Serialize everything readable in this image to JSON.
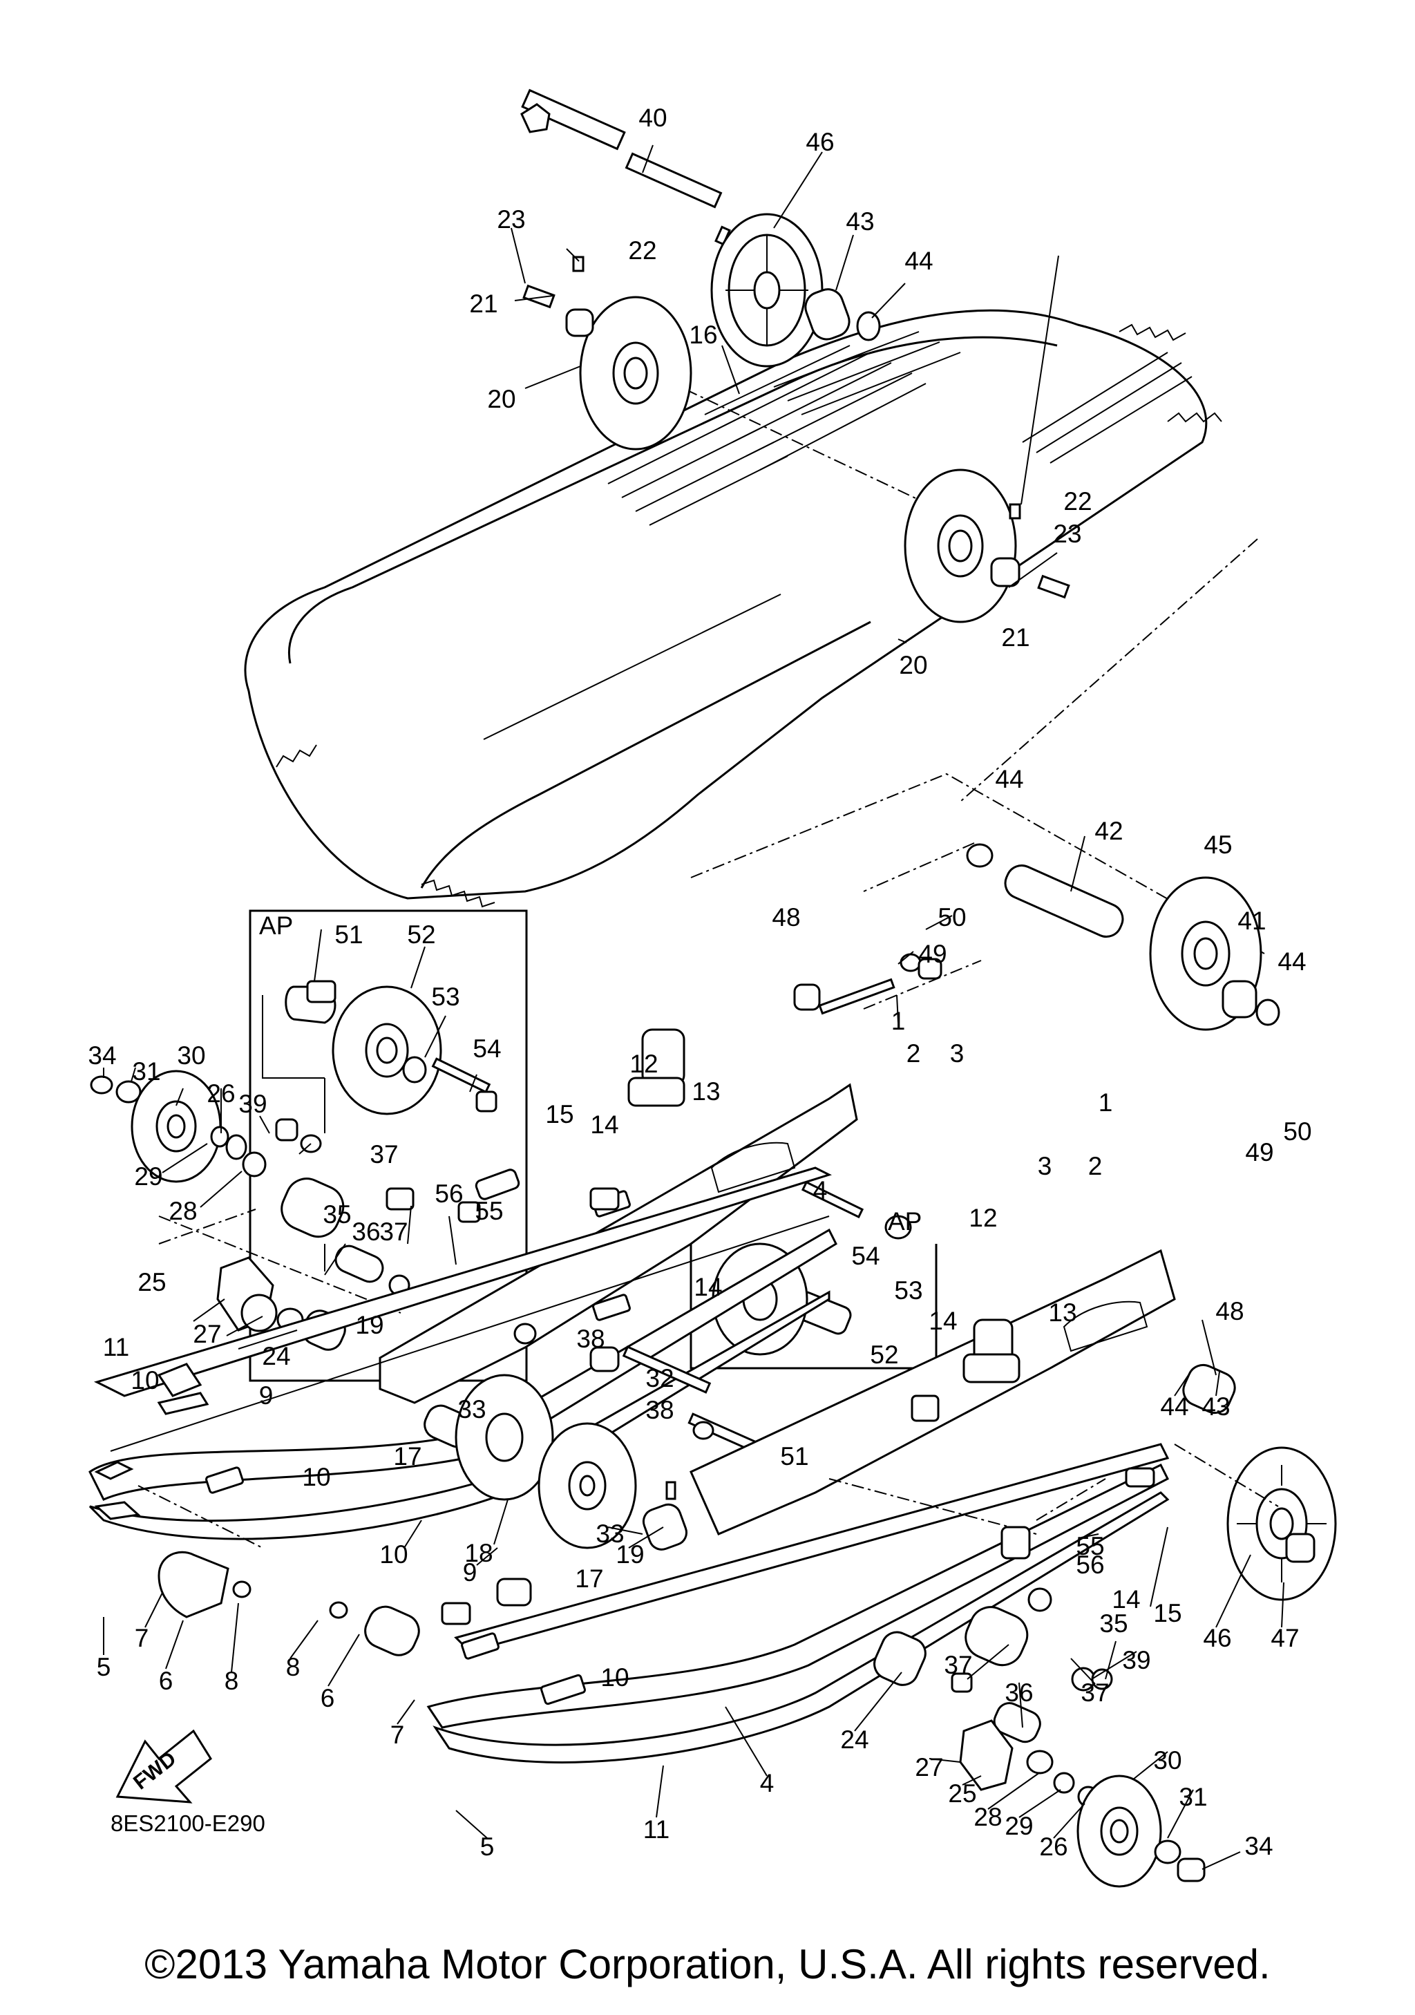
{
  "diagram": {
    "code": "8ES2100-E290",
    "fwd_label": "FWD",
    "inset_labels": [
      "AP",
      "AP"
    ],
    "callouts": [
      {
        "n": "40"
      },
      {
        "n": "46"
      },
      {
        "n": "23"
      },
      {
        "n": "22"
      },
      {
        "n": "43"
      },
      {
        "n": "44"
      },
      {
        "n": "21"
      },
      {
        "n": "16"
      },
      {
        "n": "20"
      },
      {
        "n": "22"
      },
      {
        "n": "23"
      },
      {
        "n": "21"
      },
      {
        "n": "20"
      },
      {
        "n": "44"
      },
      {
        "n": "42"
      },
      {
        "n": "45"
      },
      {
        "n": "48"
      },
      {
        "n": "50"
      },
      {
        "n": "49"
      },
      {
        "n": "41"
      },
      {
        "n": "44"
      },
      {
        "n": "51"
      },
      {
        "n": "52"
      },
      {
        "n": "53"
      },
      {
        "n": "54"
      },
      {
        "n": "34"
      },
      {
        "n": "31"
      },
      {
        "n": "30"
      },
      {
        "n": "26"
      },
      {
        "n": "39"
      },
      {
        "n": "37"
      },
      {
        "n": "29"
      },
      {
        "n": "28"
      },
      {
        "n": "35"
      },
      {
        "n": "36"
      },
      {
        "n": "37"
      },
      {
        "n": "56"
      },
      {
        "n": "55"
      },
      {
        "n": "25"
      },
      {
        "n": "27"
      },
      {
        "n": "24"
      },
      {
        "n": "11"
      },
      {
        "n": "10"
      },
      {
        "n": "9"
      },
      {
        "n": "19"
      },
      {
        "n": "38"
      },
      {
        "n": "33"
      },
      {
        "n": "17"
      },
      {
        "n": "10"
      },
      {
        "n": "12"
      },
      {
        "n": "13"
      },
      {
        "n": "15"
      },
      {
        "n": "14"
      },
      {
        "n": "1"
      },
      {
        "n": "2"
      },
      {
        "n": "3"
      },
      {
        "n": "4"
      },
      {
        "n": "14"
      },
      {
        "n": "1"
      },
      {
        "n": "3"
      },
      {
        "n": "2"
      },
      {
        "n": "49"
      },
      {
        "n": "50"
      },
      {
        "n": "12"
      },
      {
        "n": "54"
      },
      {
        "n": "53"
      },
      {
        "n": "13"
      },
      {
        "n": "14"
      },
      {
        "n": "52"
      },
      {
        "n": "51"
      },
      {
        "n": "32"
      },
      {
        "n": "38"
      },
      {
        "n": "48"
      },
      {
        "n": "44"
      },
      {
        "n": "43"
      },
      {
        "n": "18"
      },
      {
        "n": "33"
      },
      {
        "n": "19"
      },
      {
        "n": "17"
      },
      {
        "n": "10"
      },
      {
        "n": "9"
      },
      {
        "n": "55"
      },
      {
        "n": "56"
      },
      {
        "n": "14"
      },
      {
        "n": "15"
      },
      {
        "n": "46"
      },
      {
        "n": "47"
      },
      {
        "n": "7"
      },
      {
        "n": "5"
      },
      {
        "n": "6"
      },
      {
        "n": "8"
      },
      {
        "n": "8"
      },
      {
        "n": "6"
      },
      {
        "n": "7"
      },
      {
        "n": "10"
      },
      {
        "n": "35"
      },
      {
        "n": "39"
      },
      {
        "n": "37"
      },
      {
        "n": "36"
      },
      {
        "n": "37"
      },
      {
        "n": "24"
      },
      {
        "n": "27"
      },
      {
        "n": "25"
      },
      {
        "n": "28"
      },
      {
        "n": "29"
      },
      {
        "n": "26"
      },
      {
        "n": "30"
      },
      {
        "n": "31"
      },
      {
        "n": "34"
      },
      {
        "n": "4"
      },
      {
        "n": "11"
      },
      {
        "n": "5"
      }
    ]
  },
  "footer": {
    "copyright": "©2013 Yamaha Motor Corporation, U.S.A. All rights reserved."
  }
}
